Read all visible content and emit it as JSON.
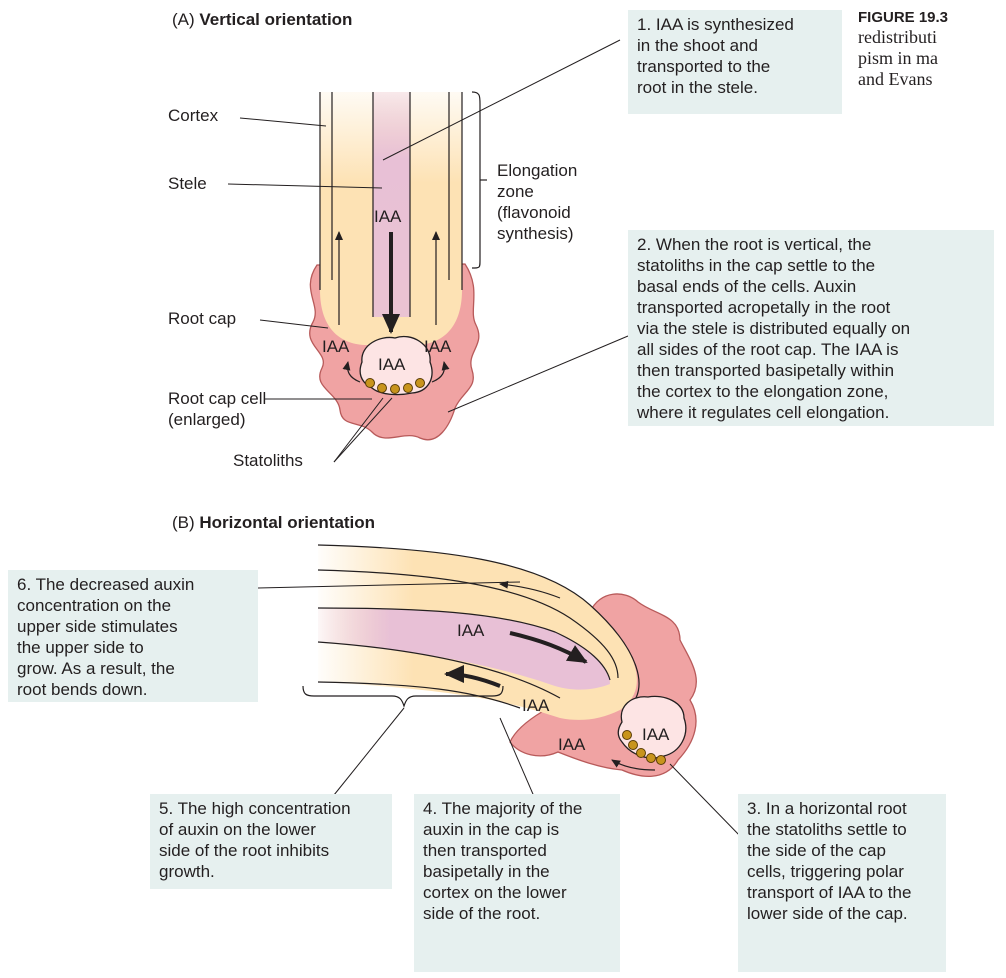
{
  "caption": {
    "label": "FIGURE 19.3",
    "text": "redistributi\npism in ma\nand Evans"
  },
  "panelA": {
    "prefix": "(A) ",
    "title": "Vertical orientation",
    "labels": {
      "cortex": "Cortex",
      "stele": "Stele",
      "root_cap": "Root cap",
      "root_cap_cell": "Root cap cell\n(enlarged)",
      "statoliths": "Statoliths",
      "elongation_zone": "Elongation\nzone\n(flavonoid\nsynthesis)"
    },
    "iaa": "IAA",
    "notes": {
      "note1": "1. IAA is synthesized\nin the shoot and\ntransported  to the\nroot in the stele.",
      "note2": "2. When the root is vertical, the\nstatoliths in the cap settle to the\nbasal ends of the cells. Auxin\ntransported acropetally in the root\nvia the stele is distributed equally on\nall sides of the root cap. The IAA is\nthen transported basipetally within\nthe cortex to the elongation zone,\nwhere it regulates cell elongation."
    }
  },
  "panelB": {
    "prefix": "(B)  ",
    "title": "Horizontal orientation",
    "iaa": "IAA",
    "notes": {
      "note6": "6. The decreased auxin\nconcentration on the\nupper side stimulates\nthe upper side to\ngrow. As a result, the\nroot bends down.",
      "note5": "5. The high concentration\nof auxin on the lower\nside of the root inhibits\ngrowth.",
      "note4": "4. The majority of the\nauxin in the cap is\nthen transported\nbasipetally in the\ncortex on the lower\nside of the root.",
      "note3": "3. In a horizontal root\nthe statoliths settle to\nthe side of the cap\ncells, triggering polar\ntransport of IAA to the\nlower side of the cap."
    }
  },
  "colors": {
    "cortex": "#fde2b4",
    "stele": "#e8c0d6",
    "root_cap": "#f0a3a3",
    "cap_edge": "#b85a5a",
    "cell": "#fde4e4",
    "statolith": "#c8941c",
    "note_bg": "#e6f0ef"
  }
}
